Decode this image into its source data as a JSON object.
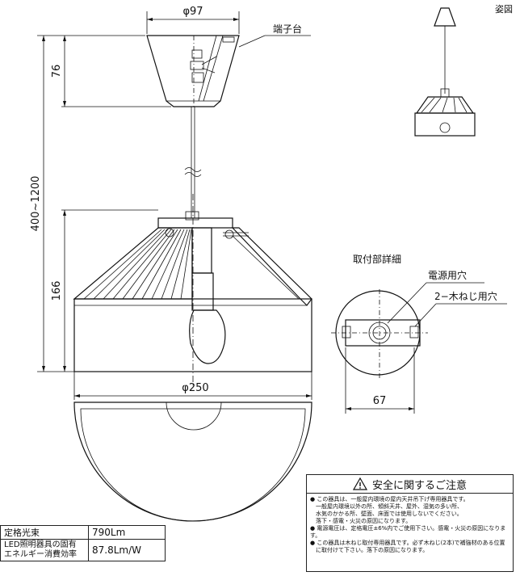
{
  "dimensions": {
    "top_width": "φ97",
    "canopy_height": "76",
    "cord_length": "400~1200",
    "shade_height": "166",
    "shade_diameter": "φ250",
    "detail_width": "67"
  },
  "labels": {
    "terminal_block": "端子台",
    "appearance": "姿図",
    "mount_detail": "取付部詳細",
    "power_hole": "電源用穴",
    "screw_holes": "2−木ねじ用穴"
  },
  "specs": [
    {
      "label": "定格光束",
      "value": "790Lm"
    },
    {
      "label": "LED照明器具の固有\nエネルギー消費効率",
      "label_line1": "LED照明器具の固有",
      "label_line2": "エネルギー消費効率",
      "value": "87.8Lm/W"
    }
  ],
  "safety": {
    "title": "安全に関するご注意",
    "lines": [
      "● この器具は、一般屋内環境の屋内天井吊下げ専用器具です。",
      "　一般屋内環境以外の所、傾斜天井、屋外、湿気の多い所、",
      "　水気のかかる所、壁面、床面では使用しないでください。",
      "　落下・感電・火災の原因になります。",
      "● 電源電圧は、定格電圧±6%内でご使用下さい。感電・火災の原因になります。",
      "● この器具は木ねじ取付専用器具です。必ず木ねじ(2本)で補強材のある位置",
      "　に取付けて下さい。落下の原因になります。"
    ]
  }
}
